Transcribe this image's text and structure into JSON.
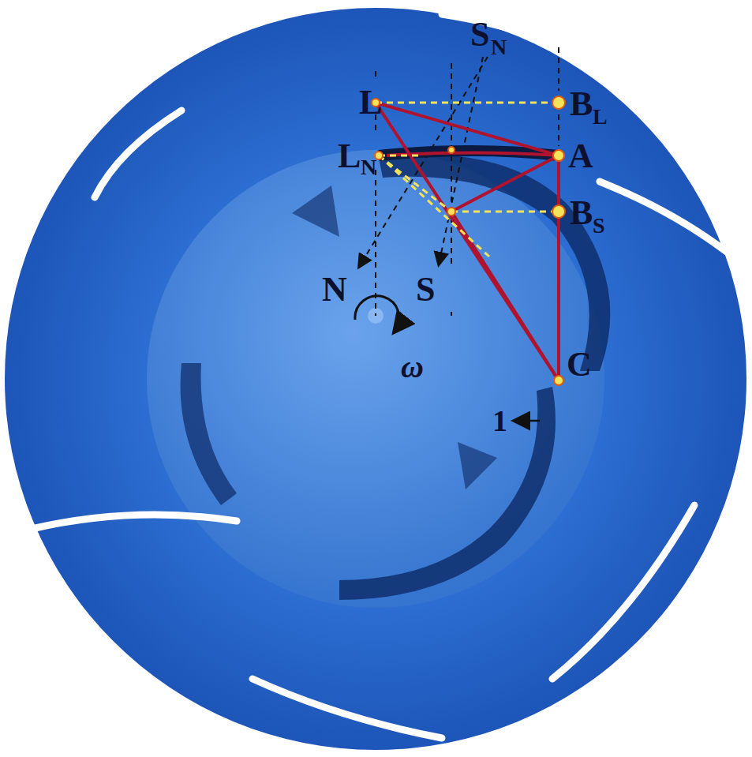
{
  "diagram": {
    "labels": [
      "L",
      "B",
      "L",
      "L",
      "N",
      "A",
      "S",
      "N",
      "B",
      "S",
      "N",
      "S",
      "ω",
      "C",
      "1"
    ]
  }
}
